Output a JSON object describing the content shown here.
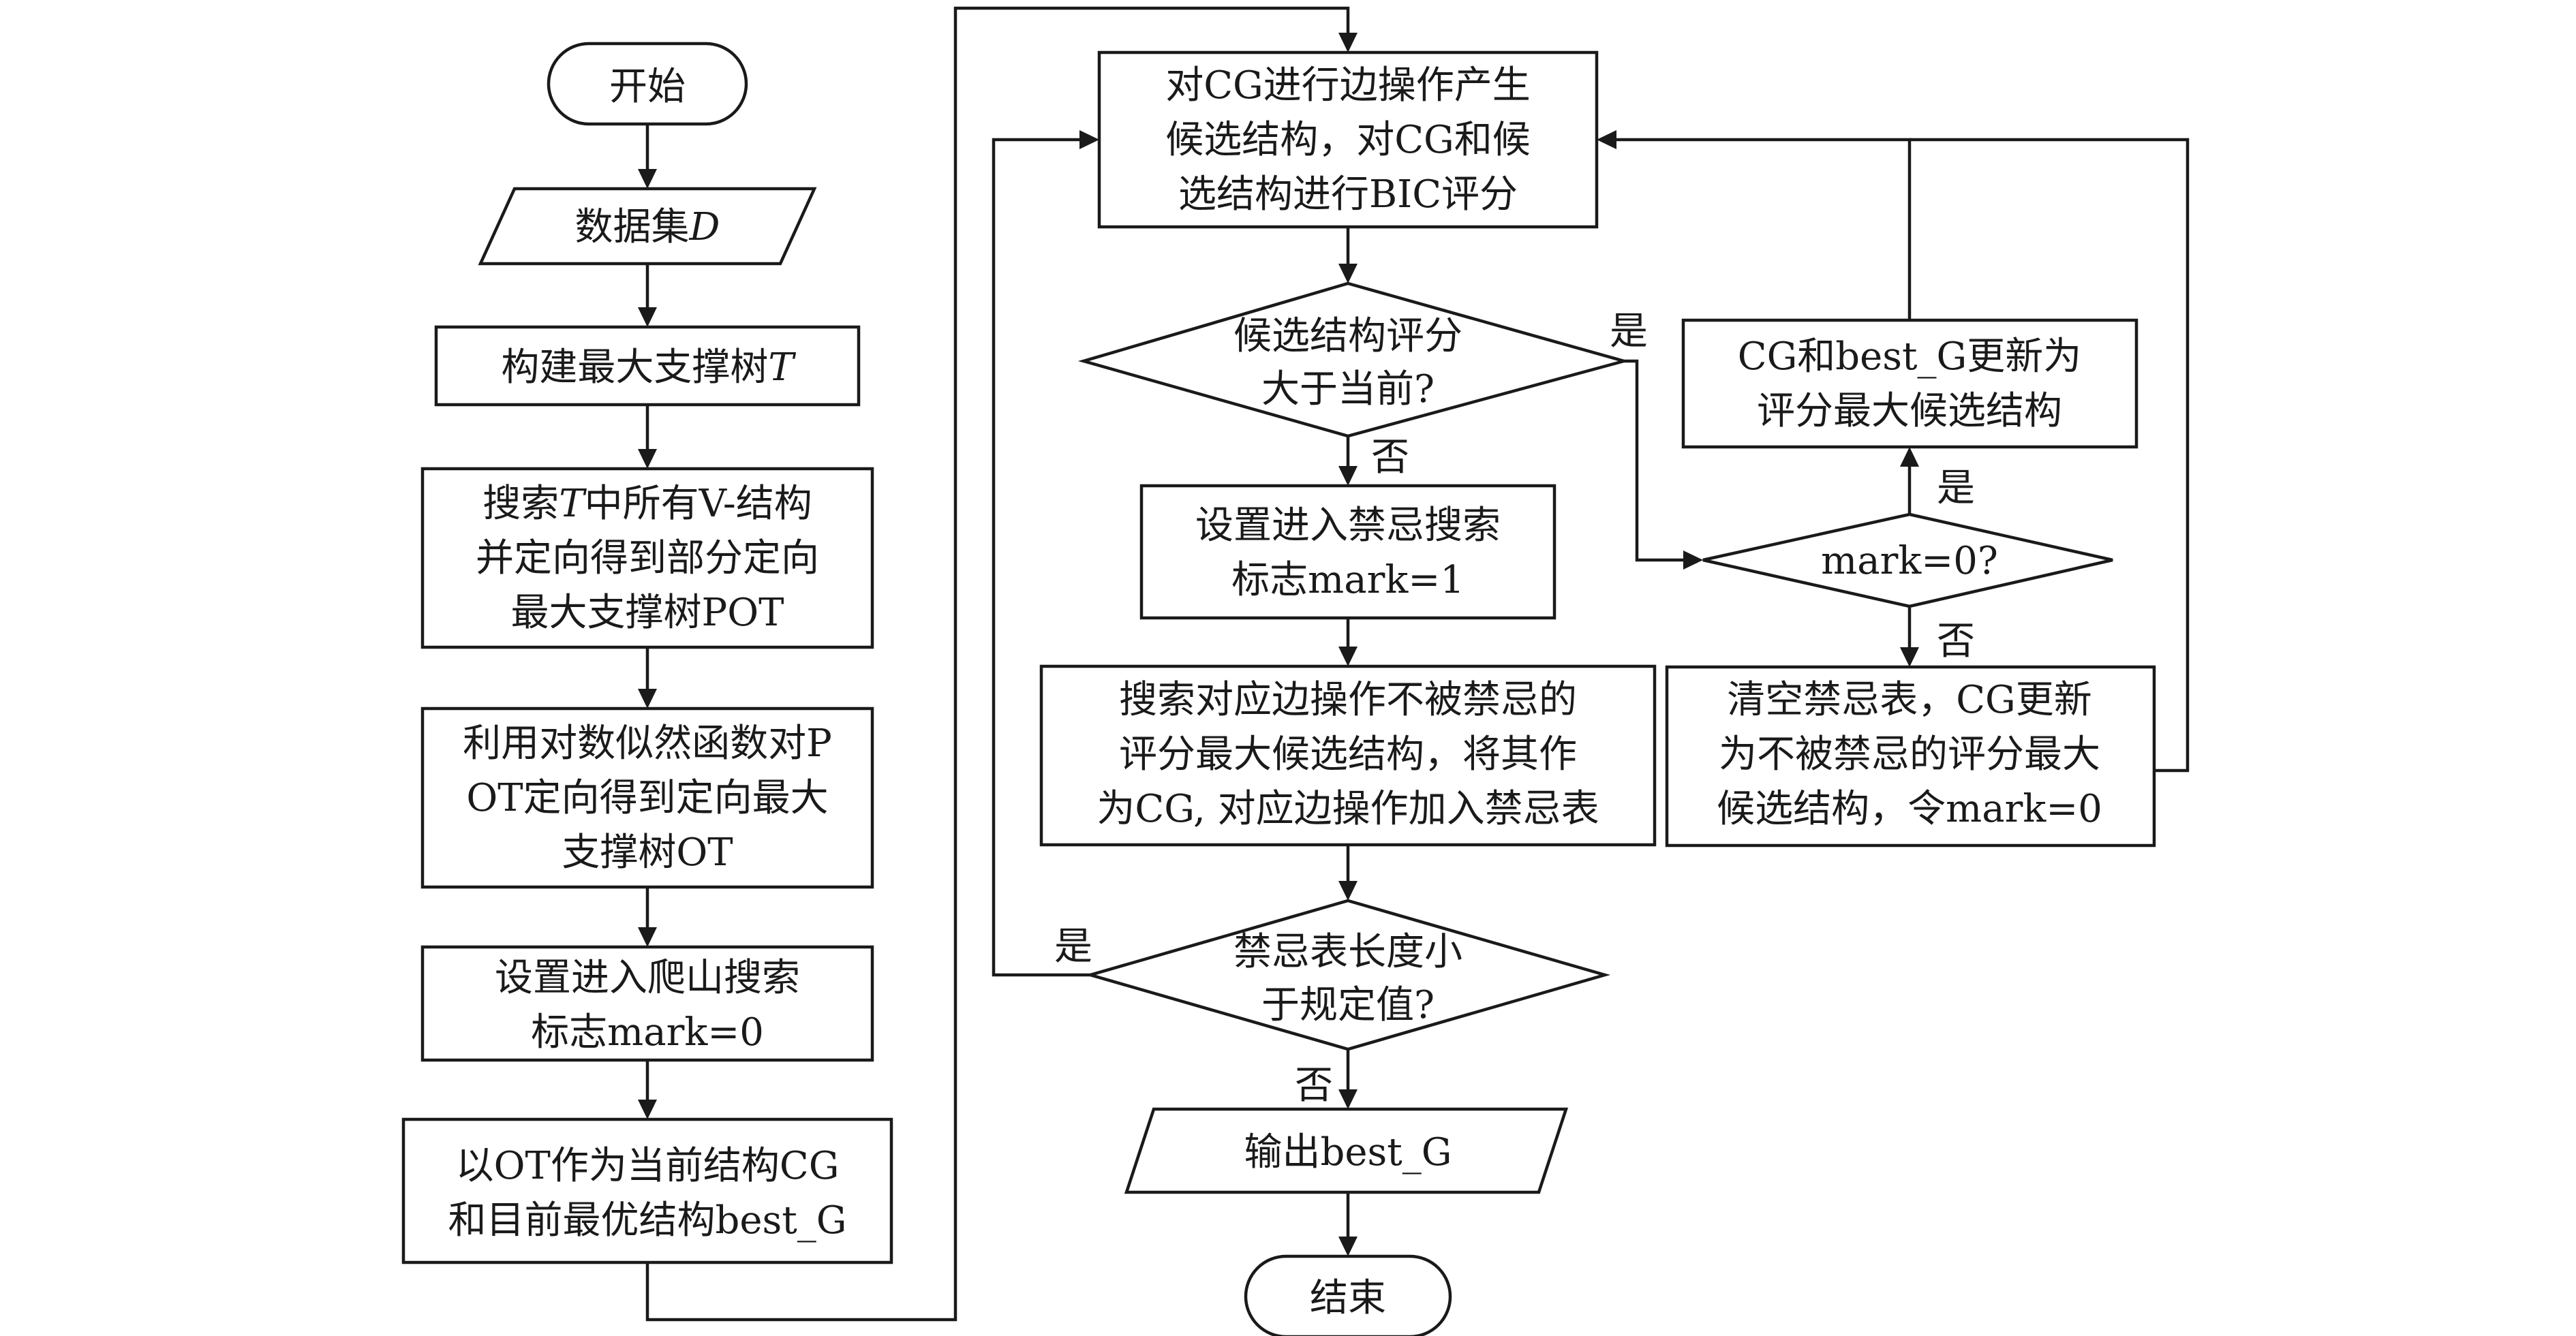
{
  "nodes": {
    "start": "开始",
    "dataset": [
      "数据集",
      "D"
    ],
    "build_tree": [
      "构建最大支撑树",
      "T"
    ],
    "search_v": [
      "搜索",
      "T",
      "中所有V-结构",
      "并定向得到部分定向",
      "最大支撑树POT"
    ],
    "likelihood": [
      "利用对数似然函数对P",
      "OT定向得到定向最大",
      "支撑树OT"
    ],
    "set_hill": [
      "设置进入爬山搜索",
      "标志mark=0"
    ],
    "init_cg": [
      "以OT作为当前结构CG",
      "和目前最优结构best_G"
    ],
    "edge_ops": [
      "对CG进行边操作产生",
      "候选结构，对CG和候",
      "选结构进行BIC评分"
    ],
    "cand_better": [
      "候选结构评分",
      "大于当前?"
    ],
    "set_tabu": [
      "设置进入禁忌搜索",
      "标志mark=1"
    ],
    "search_tabu": [
      "搜索对应边操作不被禁忌的",
      "评分最大候选结构，将其作",
      "为CG, 对应边操作加入禁忌表"
    ],
    "tabu_len": [
      "禁忌表长度小",
      "于规定值?"
    ],
    "output": "输出best_G",
    "end": "结束",
    "update_best": [
      "CG和best_G更新为",
      "评分最大候选结构"
    ],
    "mark_check": "mark=0?",
    "clear_tabu": [
      "清空禁忌表，CG更新",
      "为不被禁忌的评分最大",
      "候选结构，令mark=0"
    ]
  },
  "edge_labels": {
    "cand_yes": "是",
    "cand_no": "否",
    "mark_yes": "是",
    "mark_no": "否",
    "tabu_yes": "是",
    "tabu_no": "否"
  }
}
